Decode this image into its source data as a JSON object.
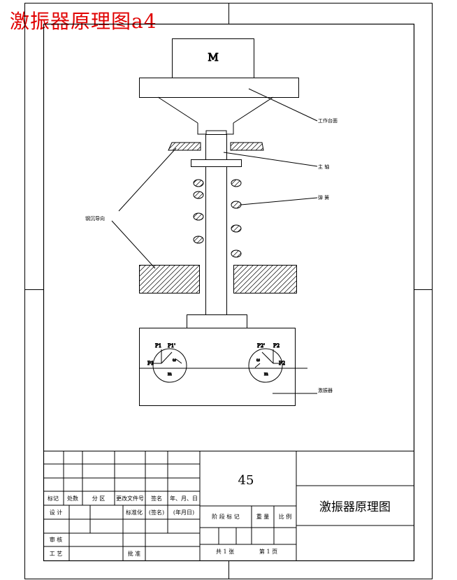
{
  "header_title": "激振器原理图a4",
  "diagram": {
    "motor_label": "M",
    "worktable_label": "工作台面",
    "spindle_label": "主    轴",
    "spring_label": "弹    簧",
    "guide_label": "钢沉导向",
    "exciter_label": "激振器",
    "force_labels": {
      "left_p1": "P1",
      "left_p1_prime": "P1'",
      "left_p1_side": "P1",
      "right_p2": "P2",
      "right_p2_prime": "P2'",
      "right_p2_side": "P2",
      "left_omega": "ω",
      "right_omega": "ω",
      "left_center": "m",
      "right_center": "m"
    }
  },
  "title_block": {
    "material": "45",
    "drawing_name": "激振器原理图",
    "headers": [
      "标记",
      "处数",
      "分  区",
      "更改文件号",
      "签名",
      "年、月、日"
    ],
    "design": "设  计",
    "standardize": "标准化",
    "signature": "(签名)",
    "date": "(年月日)",
    "review": "审  核",
    "process": "工  艺",
    "approve": "批  准",
    "stage_labels": [
      "阶 段 标 记",
      "重  量",
      "比  例"
    ],
    "sheet_total": "共 1 张",
    "sheet_no": "第 1 页"
  }
}
